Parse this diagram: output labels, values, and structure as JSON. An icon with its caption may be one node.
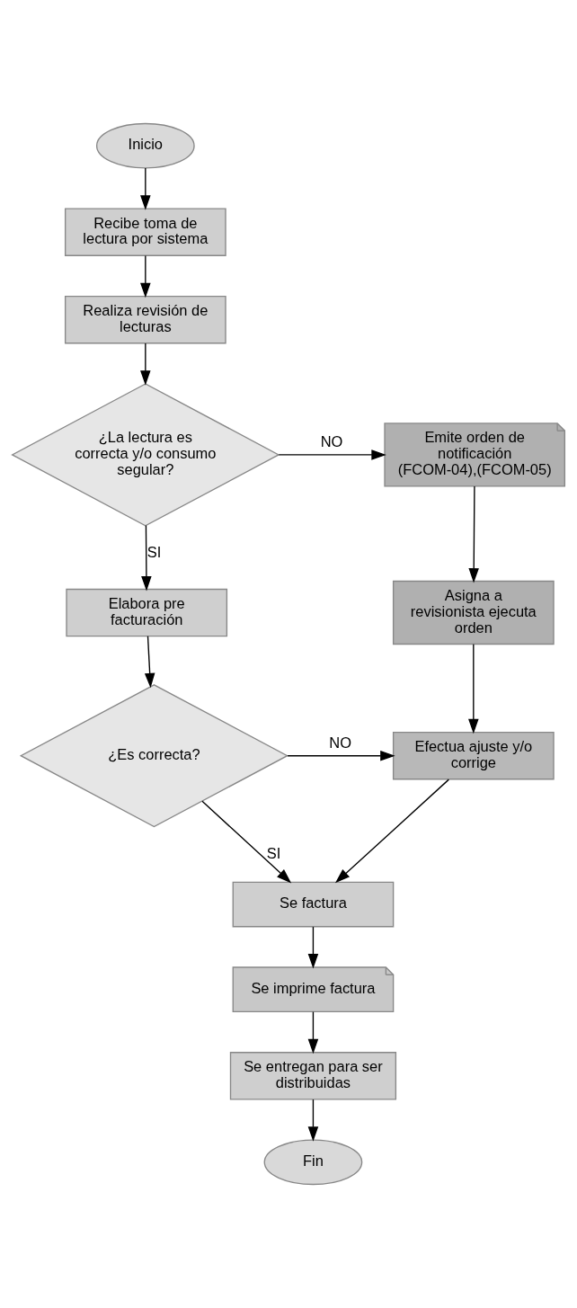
{
  "diagram": {
    "nodes": [
      {
        "text": [
          "Inicio"
        ]
      },
      {
        "text": [
          "Recibe toma de lectura por sistema"
        ]
      },
      {
        "text": [
          "Realiza revisión de lecturas"
        ]
      },
      {
        "text": [
          "¿La lectura es correcta y/o consumo segular?"
        ]
      },
      {
        "text": [
          "Emite orden de notificación (FCOM-04),(FCOM-05)"
        ]
      },
      {
        "text": [
          "Elabora pre facturación"
        ]
      },
      {
        "text": [
          "Asigna a revisionista ejecuta orden"
        ]
      },
      {
        "text": [
          "¿Es correcta?"
        ]
      },
      {
        "text": [
          "Efectua ajuste y/o corrige"
        ]
      },
      {
        "text": [
          "Se factura"
        ]
      },
      {
        "text": [
          "Se imprime factura"
        ]
      },
      {
        "text": [
          "Se entregan para ser distribuidas"
        ]
      },
      {
        "text": [
          "Fin"
        ]
      }
    ],
    "edges": [
      {
        "from": 0,
        "to": 1,
        "arrow": "to"
      },
      {
        "from": 1,
        "to": 2,
        "arrow": "to"
      },
      {
        "from": 2,
        "to": 3,
        "arrow": "to"
      },
      {
        "from": 3,
        "to": 4,
        "arrow": "to",
        "label": "NO"
      },
      {
        "from": 3,
        "to": 5,
        "arrow": "to",
        "label": "SI"
      },
      {
        "from": 4,
        "to": 6,
        "arrow": "to"
      },
      {
        "from": 5,
        "to": 7,
        "arrow": "to"
      },
      {
        "from": 6,
        "to": 8,
        "arrow": "to"
      },
      {
        "from": 7,
        "to": 8,
        "arrow": "to",
        "label": "NO"
      },
      {
        "from": 7,
        "to": 9,
        "arrow": "to",
        "label": "SI"
      },
      {
        "from": 8,
        "to": 9,
        "arrow": "to"
      },
      {
        "from": 9,
        "to": 10,
        "arrow": "to"
      },
      {
        "from": 10,
        "to": 11,
        "arrow": "to"
      },
      {
        "from": 11,
        "to": 12,
        "arrow": "to"
      }
    ]
  }
}
